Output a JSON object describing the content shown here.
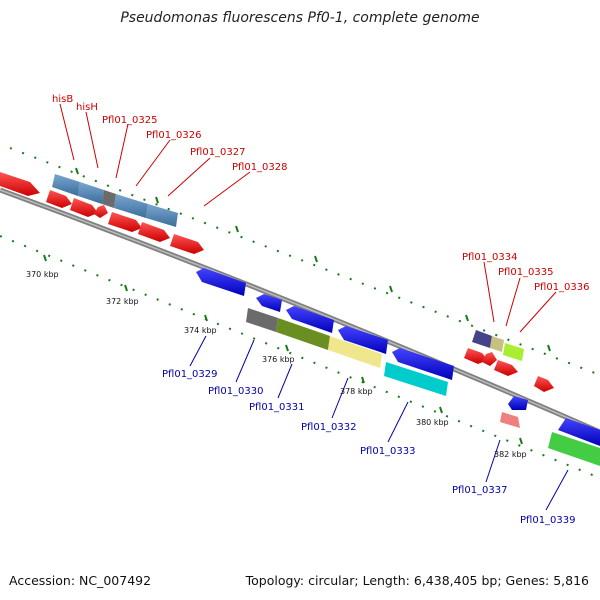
{
  "title": "Pseudomonas fluorescens Pf0-1, complete genome",
  "footer": {
    "accession": "Accession: NC_007492",
    "topology": "Topology: circular; Length: 6,438,405 bp; Genes: 5,816"
  },
  "kbp_labels": [
    "370 kbp",
    "372 kbp",
    "374 kbp",
    "376 kbp",
    "378 kbp",
    "380 kbp",
    "382 kbp"
  ],
  "gene_labels_top": [
    "hisB",
    "hisH",
    "Pfl01_0325",
    "Pfl01_0326",
    "Pfl01_0327",
    "Pfl01_0328",
    "Pfl01_0334",
    "Pfl01_0335",
    "Pfl01_0336"
  ],
  "gene_labels_bottom": [
    "Pfl01_0329",
    "Pfl01_0330",
    "Pfl01_0331",
    "Pfl01_0332",
    "Pfl01_0333",
    "Pfl01_0337",
    "Pfl01_0339"
  ],
  "colors": {
    "backbone": "#888888",
    "cds_red": "#ee0000",
    "cds_blue": "#0000ee",
    "steelblue": "#4a82b4",
    "label_red": "#cc0000",
    "label_blue": "#0000aa",
    "tick": "#1a7a1a"
  }
}
